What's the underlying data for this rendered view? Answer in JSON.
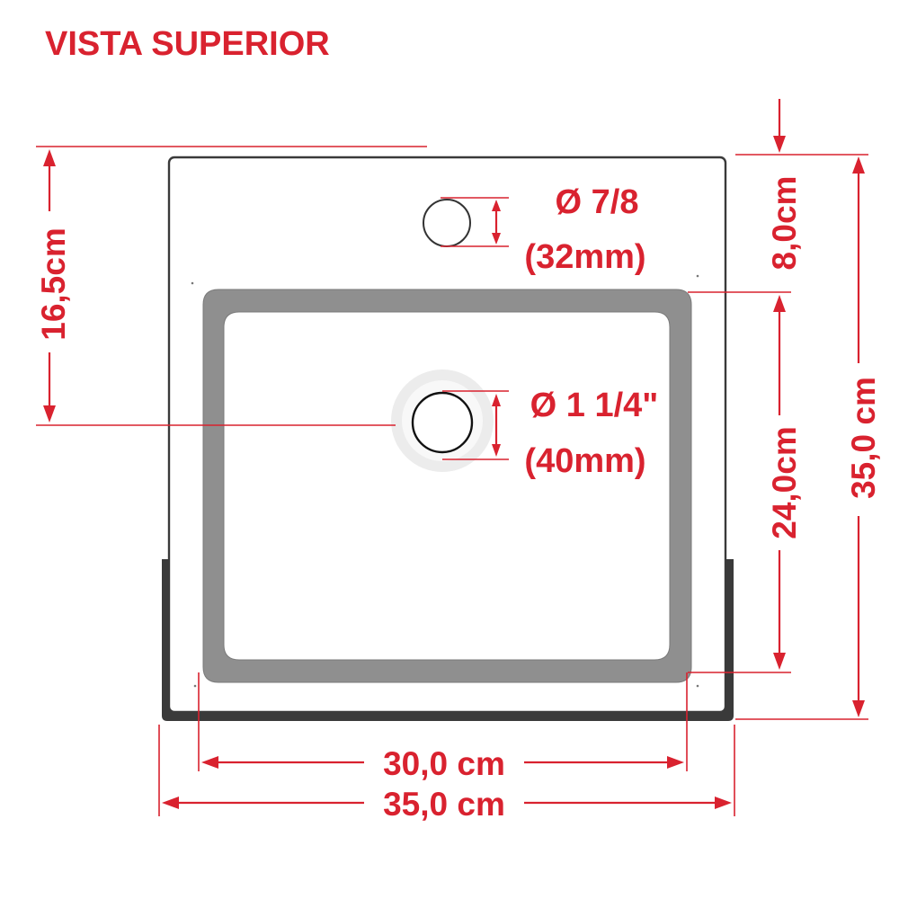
{
  "title": "VISTA SUPERIOR",
  "colors": {
    "dimension": "#d9222f",
    "basin_rim": "#8f8f8f",
    "outline": "#3a3a3a",
    "background": "#ffffff"
  },
  "labels": {
    "faucet_hole_diameter": "Ø 7/8",
    "faucet_hole_mm": "(32mm)",
    "drain_diameter": "Ø 1 1/4\"",
    "drain_mm": "(40mm)",
    "left_offset": "16,5cm",
    "top_offset": "8,0cm",
    "basin_depth": "24,0cm",
    "overall_depth": "35,0 cm",
    "basin_width": "30,0 cm",
    "overall_width": "35,0 cm"
  }
}
